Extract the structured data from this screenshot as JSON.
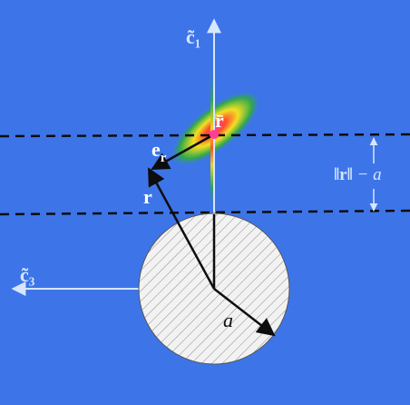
{
  "diagram": {
    "colors": {
      "background": "#3d75e8",
      "axis_light": "#d6e6ff",
      "vector": "#0d0d0d",
      "dashed_line": "#0d0d0d",
      "disc_fill": "#f2f2f2",
      "disc_hatch": "#8c8c8c",
      "blob_outer": "#2fa84a",
      "blob_mid": "#f2df24",
      "blob_inner": "#ff4f2a",
      "blob_core": "#ff3d9a"
    },
    "labels": {
      "c1_axis_label": "c̃₁",
      "c3_axis_label": "c̃₃",
      "r_bar_label": "r̄",
      "e_r_label": "e",
      "e_r_subscript": "r",
      "r_label": "r",
      "radius_label": "a",
      "distance_label_norm": "‖r‖",
      "distance_label_suffix": " − a"
    },
    "icons": {
      "c1_axis_arrow": "arrow-up-icon",
      "c3_axis_arrow": "arrow-left-icon",
      "distance_top_arrow": "arrow-up-icon",
      "distance_bottom_arrow": "arrow-down-icon"
    }
  }
}
